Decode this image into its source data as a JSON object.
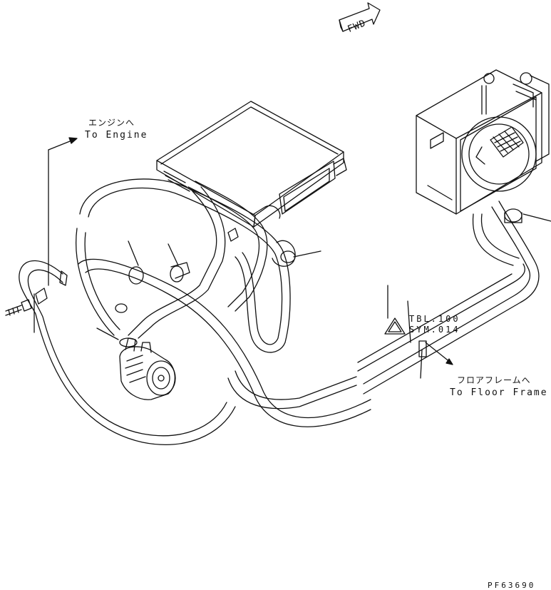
{
  "fwd_label": "FWD",
  "engine_note": {
    "jp": "エンジンへ",
    "en": "To Engine"
  },
  "floor_note": {
    "jp": "フロアフレームへ",
    "en": "To Floor Frame"
  },
  "spec": {
    "tbl": "TBL.100",
    "sym": "SYM.014"
  },
  "drawing_code": "PF63690",
  "colors": {
    "ink": "#111111",
    "paper": "#ffffff"
  },
  "icons": [
    "fwd-arrow-icon",
    "warning-triangle-icon"
  ]
}
